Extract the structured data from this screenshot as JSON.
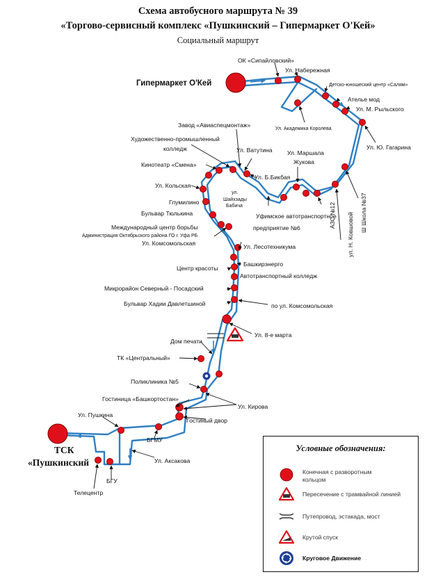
{
  "header": {
    "title": "Схема автобусного маршрута № 39",
    "subtitle": "«Торгово-сервисный комплекс «Пушкинский – Гипермаркет О'Кей»",
    "type": "Социальный маршрут"
  },
  "terminals": {
    "north": "Гипермаркет О'Кей",
    "south_line1": "ТСК",
    "south_line2": "«Пушкинский"
  },
  "stops": {
    "ok_sipaylovsky": "ОК «Сипайловский»",
    "naberezhnaya": "Ул. Набережная",
    "salyam": "Детско-юношеский центр «Салям»",
    "atelie": "Ателье мод",
    "rylsky": "Ул. М. Рыльского",
    "gagarina": "Ул. Ю. Гагарина",
    "koroleva": "Ул. Академика Королева",
    "aviaspetsmontazh": "Завод «Авиаспецмонтаж»",
    "hud_prom_1": "Художественно-промышленный",
    "hud_prom_2": "колледж",
    "vatutina": "Ул. Ватутина",
    "zhukova_1": "Ул. Маршала",
    "zhukova_2": "Жукова",
    "smena": "Кинотеатр «Смена»",
    "bikbaya": "Ул. Б.Бикбая",
    "kolskaya": "Ул. Кольская",
    "shaykhzady_1": "ул.",
    "shaykhzady_2": "Шайхзады",
    "shaykhzady_3": "Бабича",
    "glumilino": "Глумилино",
    "tyulkina": "Бульвар Тюлькина",
    "ufa_atp_1": "Уфимское автотранспортное",
    "ufa_atp_2": "предприятие №6",
    "azs": "АЗС №12",
    "kovshovoy": "ул. Н. Ковшовой",
    "school37": "Ш Школа №37",
    "bor_ba": "Международный центр борьбы",
    "admin": "Администрация Октябрьского района ГО г. Уфа РБ",
    "komsomolskaya": "Ул. Комсомольская",
    "lesotehnikum": "Ул. Лесотехникума",
    "centr_krasoty": "Центр красоты",
    "bashkirenergo": "Башкирэнерго",
    "atk": "Автотранспортный колледж",
    "severny": "Микрорайон Северный - Посадский",
    "davletshina": "Бульвар Хадии Давлетшиной",
    "po_komsomolskaya": "по ул. Комсомольская",
    "vosmoe_marta": "Ул. 8-е марта",
    "dom_pechati": "Дом печати",
    "tk_centralny": "ТК «Центральный»",
    "poliklinika": "Поликлиника №5",
    "gost_bashkortostan": "Гостиница «Башкортостан»",
    "kirova": "Ул. Кирова",
    "gost_dvor": "Гостиный двор",
    "pushkina": "Ул. Пушкина",
    "bgmu": "БГМУ",
    "aksakova": "Ул. Аксакова",
    "bgu": "БГУ",
    "telecenter": "Телецентр"
  },
  "legend": {
    "title": "Условные обозначения:",
    "terminal_1": "Конечная с разворотным",
    "terminal_2": "кольцом",
    "tram": "Пересечение с трамвайной линией",
    "bridge": "Путепровод, эстакада, мост",
    "descent": "Крутой спуск",
    "roundabout": "Круговое Движение"
  },
  "colors": {
    "route": "#2f7fc1",
    "stop_fill": "#e0101a",
    "stop_stroke": "#7a0000",
    "warning": "#e0101a",
    "roundabout": "#1f3f94"
  },
  "icons": {
    "terminal": "red-circle-icon",
    "stop": "red-dot-icon",
    "tram": "tram-crossing-warning-icon",
    "bridge": "bridge-icon",
    "descent": "steep-descent-warning-icon",
    "roundabout": "roundabout-icon"
  }
}
